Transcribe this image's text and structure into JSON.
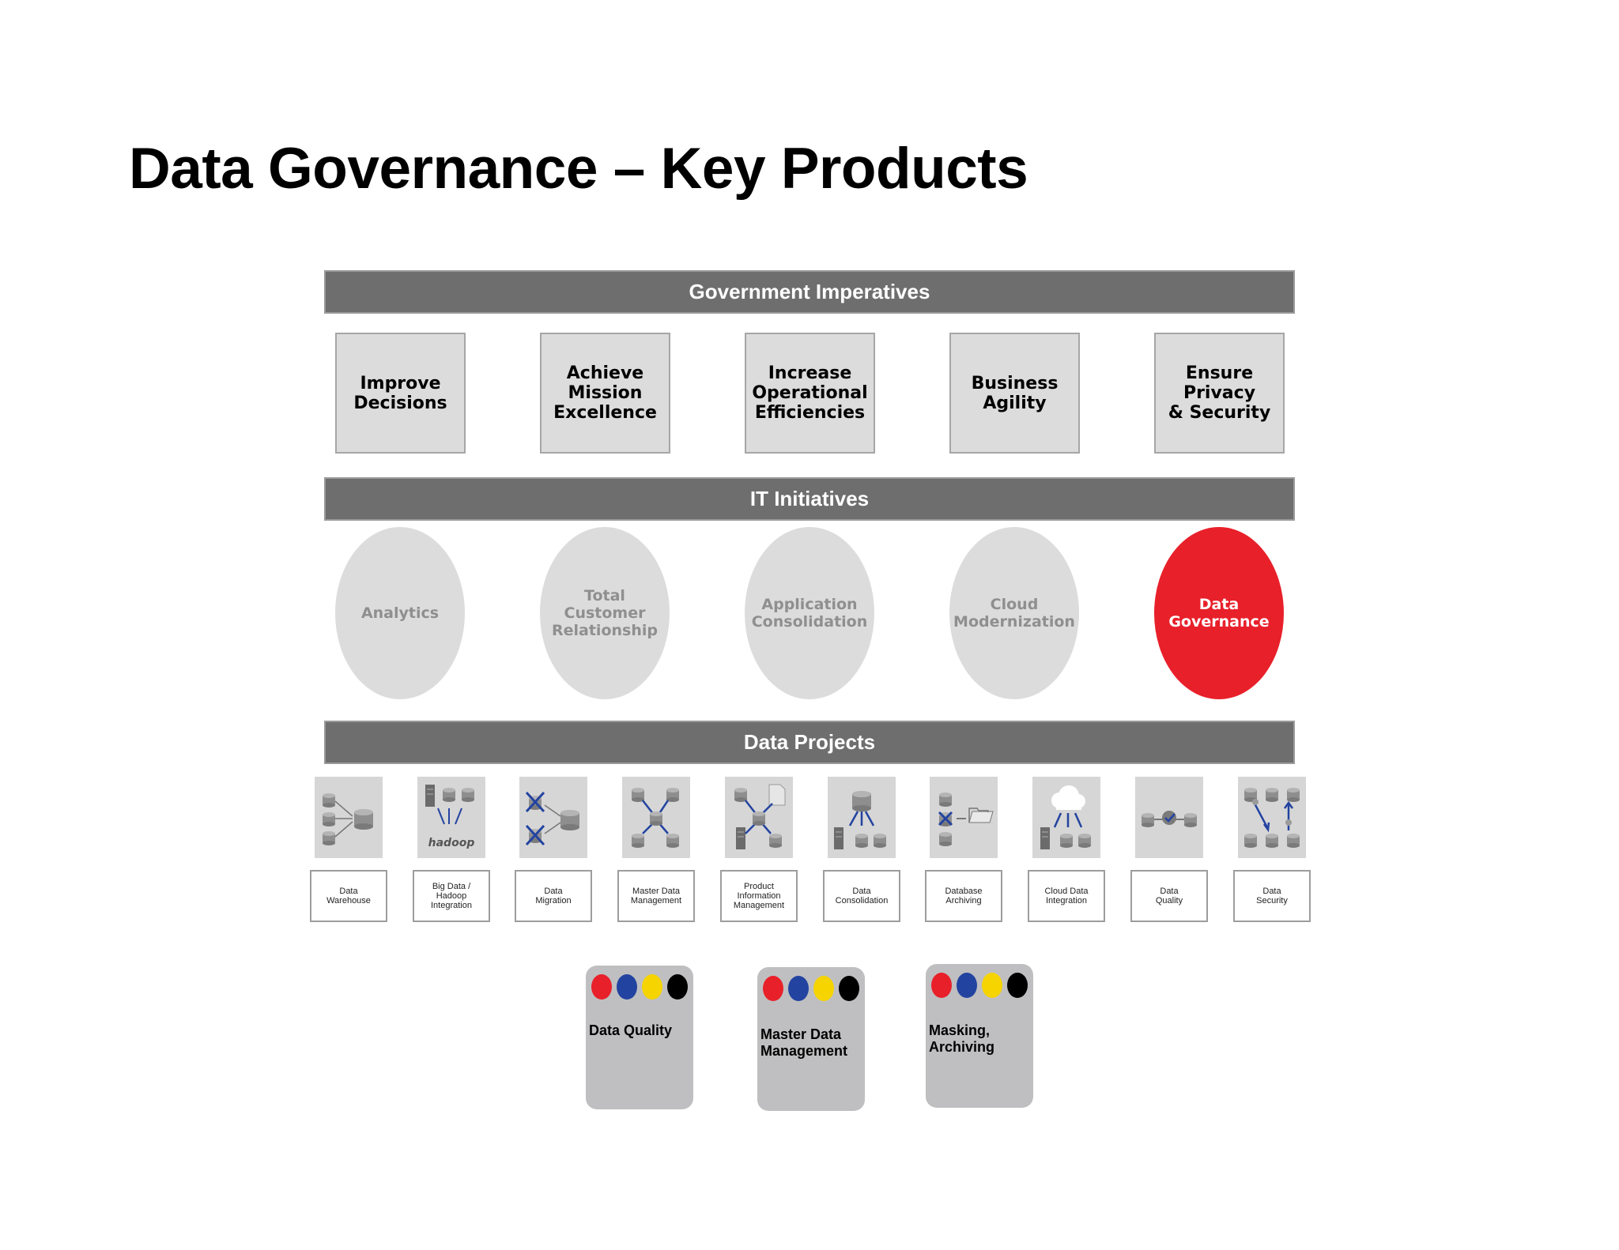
{
  "title": "Data Governance – Key Products",
  "sections": {
    "government": "Government Imperatives",
    "it": "IT Initiatives",
    "data_projects": "Data Projects"
  },
  "imperatives": [
    "Improve\nDecisions",
    "Achieve\nMission\nExcellence",
    "Increase\nOperational\nEfficiencies",
    "Business\nAgility",
    "Ensure\nPrivacy\n& Security"
  ],
  "initiatives": [
    {
      "label": "Analytics",
      "highlighted": false
    },
    {
      "label": "Total\nCustomer\nRelationship",
      "highlighted": false
    },
    {
      "label": "Application\nConsolidation",
      "highlighted": false
    },
    {
      "label": "Cloud\nModernization",
      "highlighted": false
    },
    {
      "label": "Data\nGovernance",
      "highlighted": true
    }
  ],
  "projects": [
    {
      "label": "Data\nWarehouse",
      "icon": "data-warehouse-icon"
    },
    {
      "label": "Big Data /\nHadoop\nIntegration",
      "icon": "hadoop-icon",
      "icon_text": "hadoop"
    },
    {
      "label": "Data\nMigration",
      "icon": "data-migration-icon"
    },
    {
      "label": "Master Data\nManagement",
      "icon": "master-data-icon"
    },
    {
      "label": "Product\nInformation\nManagement",
      "icon": "product-information-icon"
    },
    {
      "label": "Data\nConsolidation",
      "icon": "data-consolidation-icon"
    },
    {
      "label": "Database\nArchiving",
      "icon": "database-archiving-icon"
    },
    {
      "label": "Cloud Data\nIntegration",
      "icon": "cloud-integration-icon"
    },
    {
      "label": "Data\nQuality",
      "icon": "data-quality-icon"
    },
    {
      "label": "Data\nSecurity",
      "icon": "data-security-icon"
    }
  ],
  "products": [
    {
      "label": "Data Quality"
    },
    {
      "label": "Master Data\nManagement"
    },
    {
      "label": "Masking,\nArchiving"
    }
  ],
  "colors": {
    "bar": "#6e6e6e",
    "highlight": "#e8202a",
    "dots": [
      "#e8202a",
      "#2343a0",
      "#f6d400",
      "#000000"
    ]
  }
}
